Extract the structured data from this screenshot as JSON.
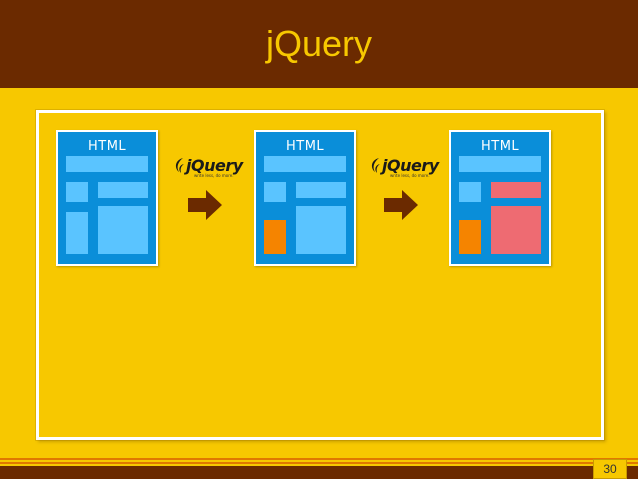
{
  "slide": {
    "title": "jQuery",
    "page_number": "30"
  },
  "docs": [
    {
      "label": "HTML",
      "state": "original"
    },
    {
      "label": "HTML",
      "state": "one-block-changed"
    },
    {
      "label": "HTML",
      "state": "multiple-blocks-changed"
    }
  ],
  "logos": [
    {
      "text": "jQuery",
      "tagline": "write less, do more."
    },
    {
      "text": "jQuery",
      "tagline": "write less, do more."
    }
  ],
  "colors": {
    "title_bar": "#6b2a00",
    "background": "#f7c800",
    "doc_frame": "#0a8ed9",
    "block_default": "#5ac4ff",
    "block_changed_orange": "#f58400",
    "block_changed_pink": "#ee6b72",
    "arrow": "#6b2a00"
  }
}
